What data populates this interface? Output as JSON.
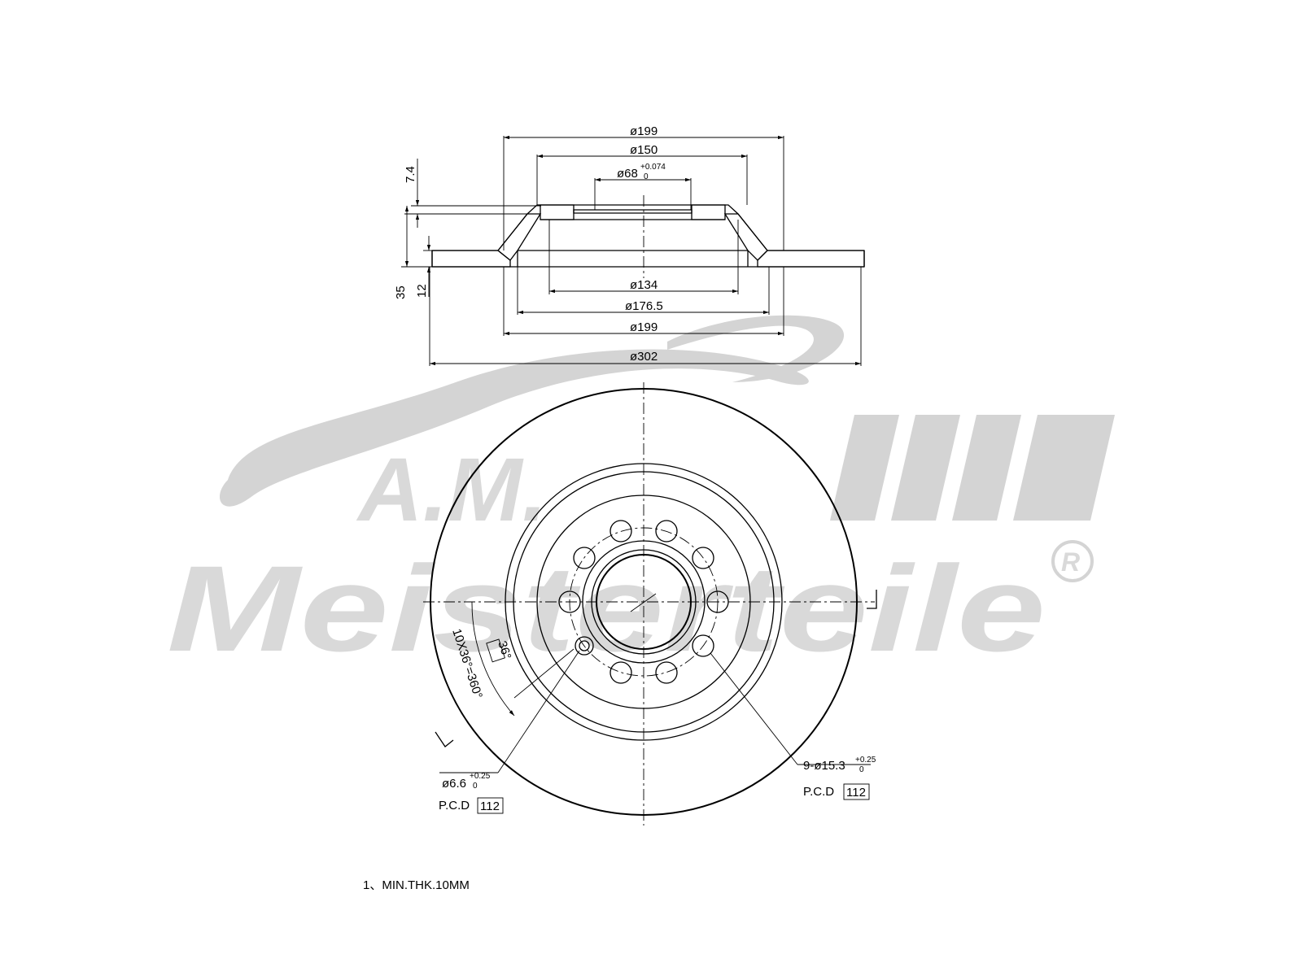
{
  "watermark": {
    "brand_top": "A.M.",
    "brand_bottom": "Meisterteile",
    "registered": "R"
  },
  "side_view": {
    "dims": {
      "d199_top": "ø199",
      "d150": "ø150",
      "d68": "ø68",
      "d68_tol_upper": "+0.074",
      "d68_tol_lower": "0",
      "d134": "ø134",
      "d176": "ø176.5",
      "d199_bottom": "ø199",
      "d302": "ø302",
      "h74": "7.4",
      "h35": "35",
      "h12": "12"
    }
  },
  "front_view": {
    "angle_note": "10X36°=360°",
    "angle_box": "36°",
    "small_hole_dia": "ø6.6",
    "small_hole_tol_upper": "+0.25",
    "small_hole_tol_lower": "0",
    "small_pcd_label": "P.C.D",
    "small_pcd_value": "112",
    "bolt_hole_spec": "9-ø15.3",
    "bolt_hole_tol_upper": "+0.25",
    "bolt_hole_tol_lower": "0",
    "bolt_pcd_label": "P.C.D",
    "bolt_pcd_value": "112"
  },
  "note": "1、MIN.THK.10MM"
}
